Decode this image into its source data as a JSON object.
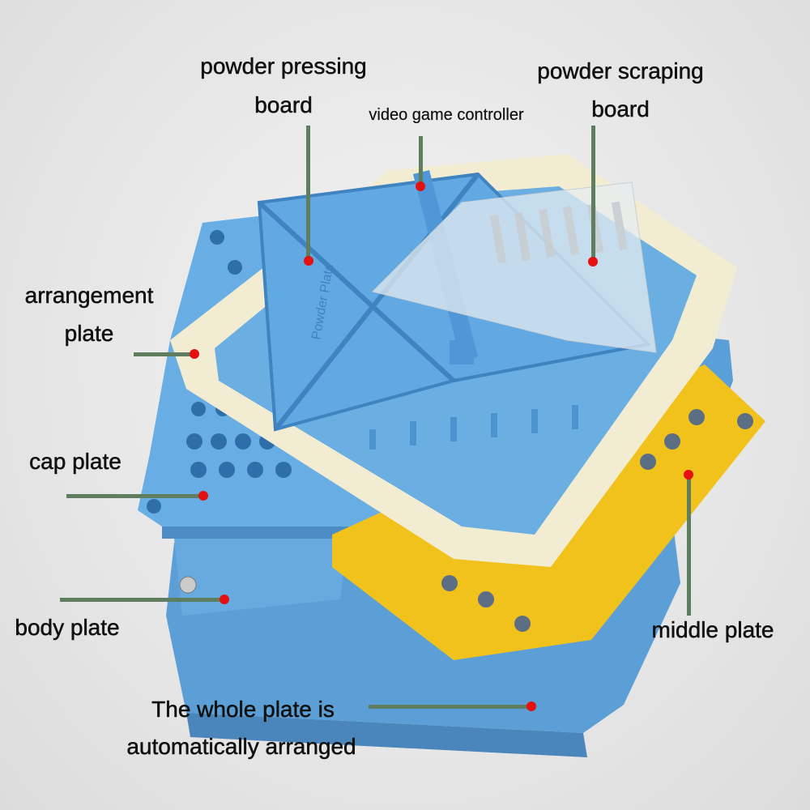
{
  "labels": {
    "powder_pressing_board": [
      "powder pressing",
      "board"
    ],
    "video_game_controller": "video game controller",
    "powder_scraping_board": [
      "powder scraping",
      "board"
    ],
    "arrangement_plate": [
      "arrangement",
      "plate"
    ],
    "cap_plate": "cap plate",
    "body_plate": "body plate",
    "middle_plate": "middle plate",
    "whole_plate": [
      "The whole plate is",
      "automatically arranged"
    ]
  },
  "plate_text": {
    "pressing_board_mark": "Powder Plate"
  },
  "colors": {
    "blue_plate": "#5a9fd8",
    "cream_frame": "#f1ecd2",
    "yellow_plate": "#f2c21c",
    "leader_line": "#5f7d5f",
    "marker_dot": "#e51010"
  }
}
